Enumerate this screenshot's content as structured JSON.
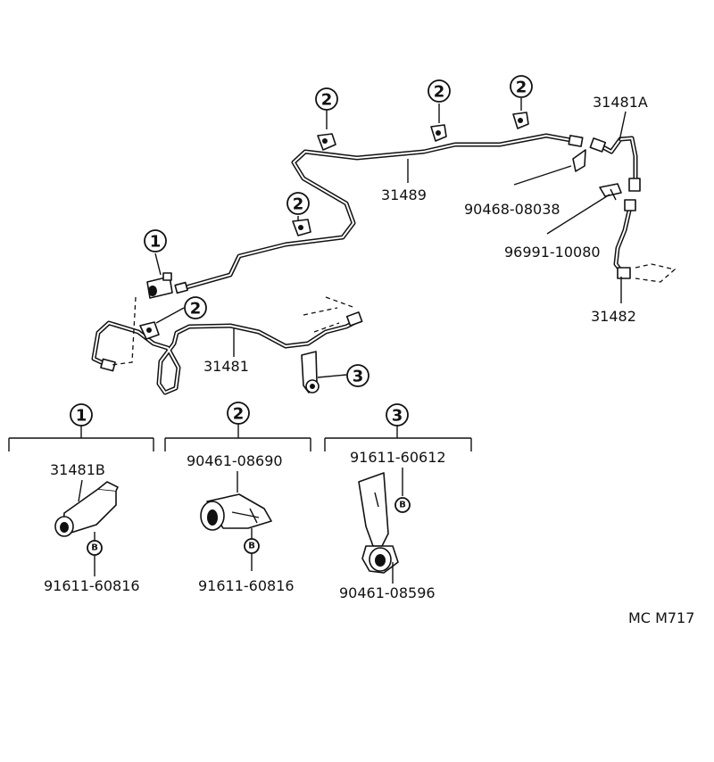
{
  "parts": {
    "p31489": "31489",
    "p31481A": "31481A",
    "p90468_08038": "90468-08038",
    "p96991_10080": "96991-10080",
    "p31482": "31482",
    "p31481": "31481"
  },
  "callouts": {
    "one": "1",
    "two": "2",
    "three": "3",
    "b": "B"
  },
  "detail": {
    "d1_top": "31481B",
    "d1_bottom": "91611-60816",
    "d2_top": "90461-08690",
    "d2_bottom": "91611-60816",
    "d3_top": "91611-60612",
    "d3_bottom": "90461-08596"
  },
  "code": "MC M717"
}
